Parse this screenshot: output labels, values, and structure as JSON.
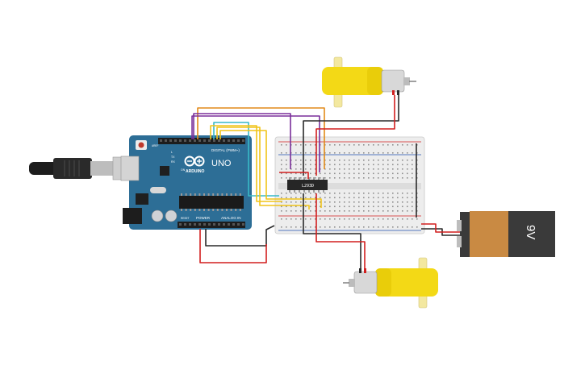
{
  "arduino": {
    "logo_text": "ARDUINO",
    "model": "UNO",
    "digital_header": "DIGITAL (PWM~)",
    "power_header": "POWER",
    "analog_header": "ANALOG IN",
    "reset_label": "RESET",
    "aref_label": "AREF",
    "on_label": "ON",
    "tx_label": "TX",
    "rx_label": "RX",
    "l_label": "L"
  },
  "chip": {
    "label": "L293D"
  },
  "battery": {
    "label": "9V"
  },
  "colors": {
    "board": "#2d6e96",
    "motor": "#f3d916",
    "battery_body": "#c98a43",
    "battery_top": "#3a3a3a",
    "wire_red": "#d21f1f",
    "wire_black": "#2a2a2a",
    "wire_orange": "#e28a1a",
    "wire_purple": "#7a2f9a",
    "wire_yellow": "#f0c419",
    "wire_cyan": "#39b9c7",
    "breadboard": "#ededed"
  }
}
